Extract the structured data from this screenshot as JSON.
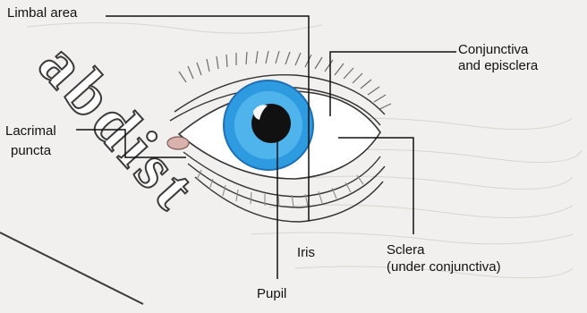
{
  "labels": {
    "limbal_area": "Limbal area",
    "conjunctiva_line1": "Conjunctiva",
    "conjunctiva_line2": "and episclera",
    "lacrimal_line1": "Lacrimal",
    "lacrimal_line2": "puncta",
    "iris": "Iris",
    "sclera_line1": "Sclera",
    "sclera_line2": "(under conjunctiva)",
    "pupil": "Pupil"
  },
  "watermark": "abdist",
  "colors": {
    "background": "#f2f0ee",
    "iris": "#2e9be0",
    "iris_dark": "#1f6fb6",
    "pupil": "#111111",
    "line": "#111111"
  }
}
